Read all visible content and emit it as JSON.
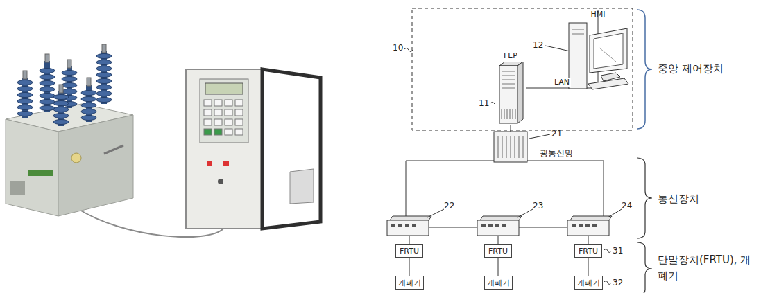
{
  "diagram": {
    "nodes": [
      {
        "text": [
          "HMI"
        ]
      },
      {
        "text": [
          "FEP"
        ]
      },
      {
        "text": [
          "FRTU"
        ]
      },
      {
        "text": [
          "FRTU"
        ]
      },
      {
        "text": [
          "FRTU"
        ]
      },
      {
        "text": [
          "개폐기"
        ]
      },
      {
        "text": [
          "개폐기"
        ]
      },
      {
        "text": [
          "개폐기"
        ]
      }
    ],
    "edges": [
      {
        "from": 1,
        "to": 0,
        "arrow": "none",
        "label": "LAN"
      },
      {
        "from": 2,
        "to": 5,
        "arrow": "none"
      },
      {
        "from": 3,
        "to": 6,
        "arrow": "none"
      },
      {
        "from": 4,
        "to": 7,
        "arrow": "none"
      }
    ],
    "labels": [
      "10",
      "11",
      "12",
      "21",
      "광통신망",
      "22",
      "23",
      "24",
      "31",
      "32",
      "중앙 제어장치",
      "통신장치",
      "단말장치(FRTU), 개폐기"
    ]
  }
}
